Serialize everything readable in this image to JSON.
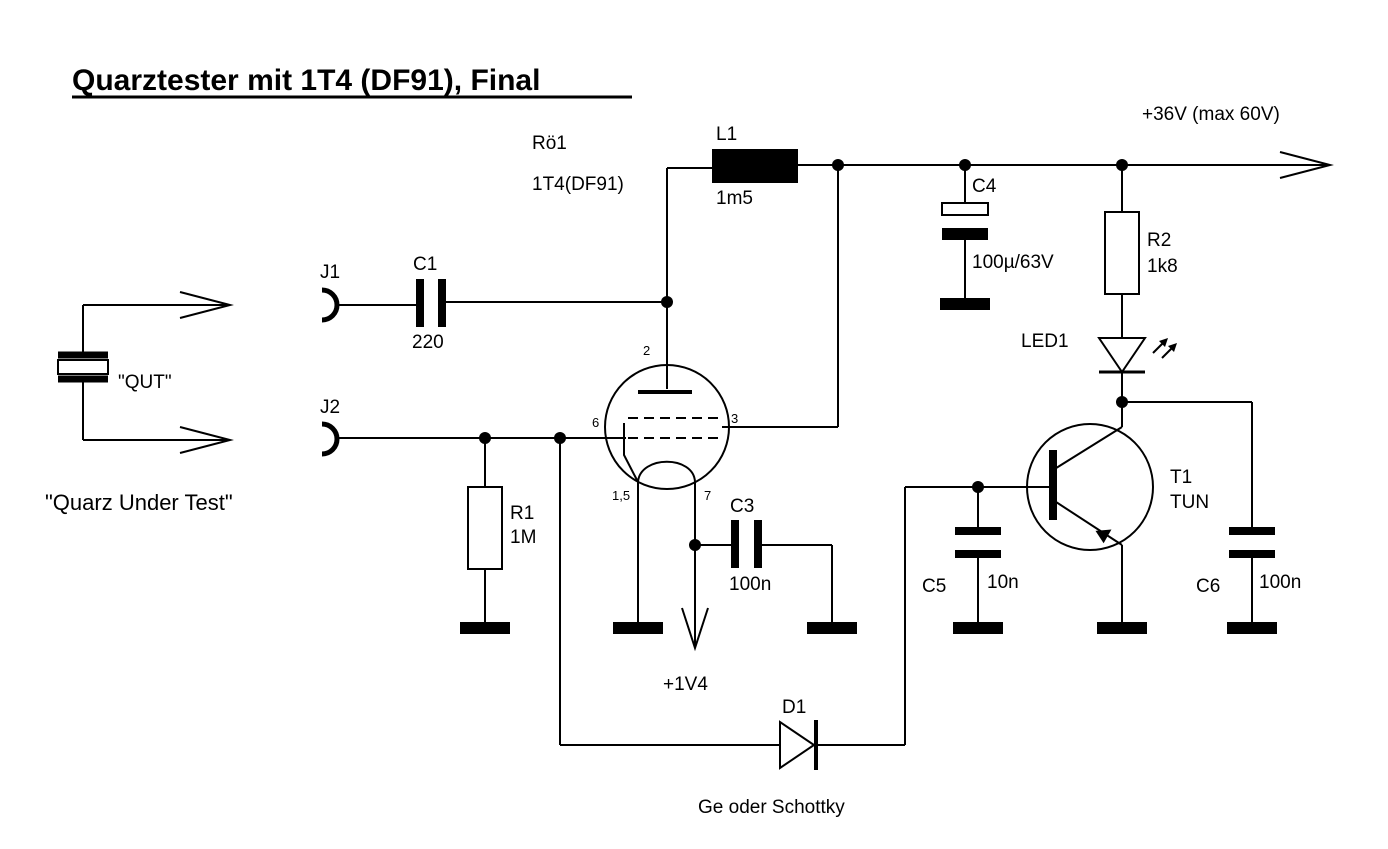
{
  "title": "Quarztester mit 1T4 (DF91), Final",
  "supply_label": "+36V (max 60V)",
  "filament_label": "+1V4",
  "qut": {
    "label": "\"QUT\"",
    "caption": "\"Quarz Under Test\""
  },
  "tube": {
    "ref": "Rö1",
    "type": "1T4(DF91)",
    "pins": {
      "p2": "2",
      "p3": "3",
      "p6": "6",
      "p15": "1,5",
      "p7": "7"
    }
  },
  "components": {
    "L1": {
      "ref": "L1",
      "value": "1m5"
    },
    "C1": {
      "ref": "C1",
      "value": "220"
    },
    "C3": {
      "ref": "C3",
      "value": "100n"
    },
    "C4": {
      "ref": "C4",
      "value": "100µ/63V"
    },
    "C5": {
      "ref": "C5",
      "value": "10n"
    },
    "C6": {
      "ref": "C6",
      "value": "100n"
    },
    "R1": {
      "ref": "R1",
      "value": "1M"
    },
    "R2": {
      "ref": "R2",
      "value": "1k8"
    },
    "J1": {
      "ref": "J1"
    },
    "J2": {
      "ref": "J2"
    },
    "LED1": {
      "ref": "LED1"
    },
    "T1": {
      "ref": "T1",
      "value": "TUN"
    },
    "D1": {
      "ref": "D1",
      "note": "Ge oder Schottky"
    }
  }
}
